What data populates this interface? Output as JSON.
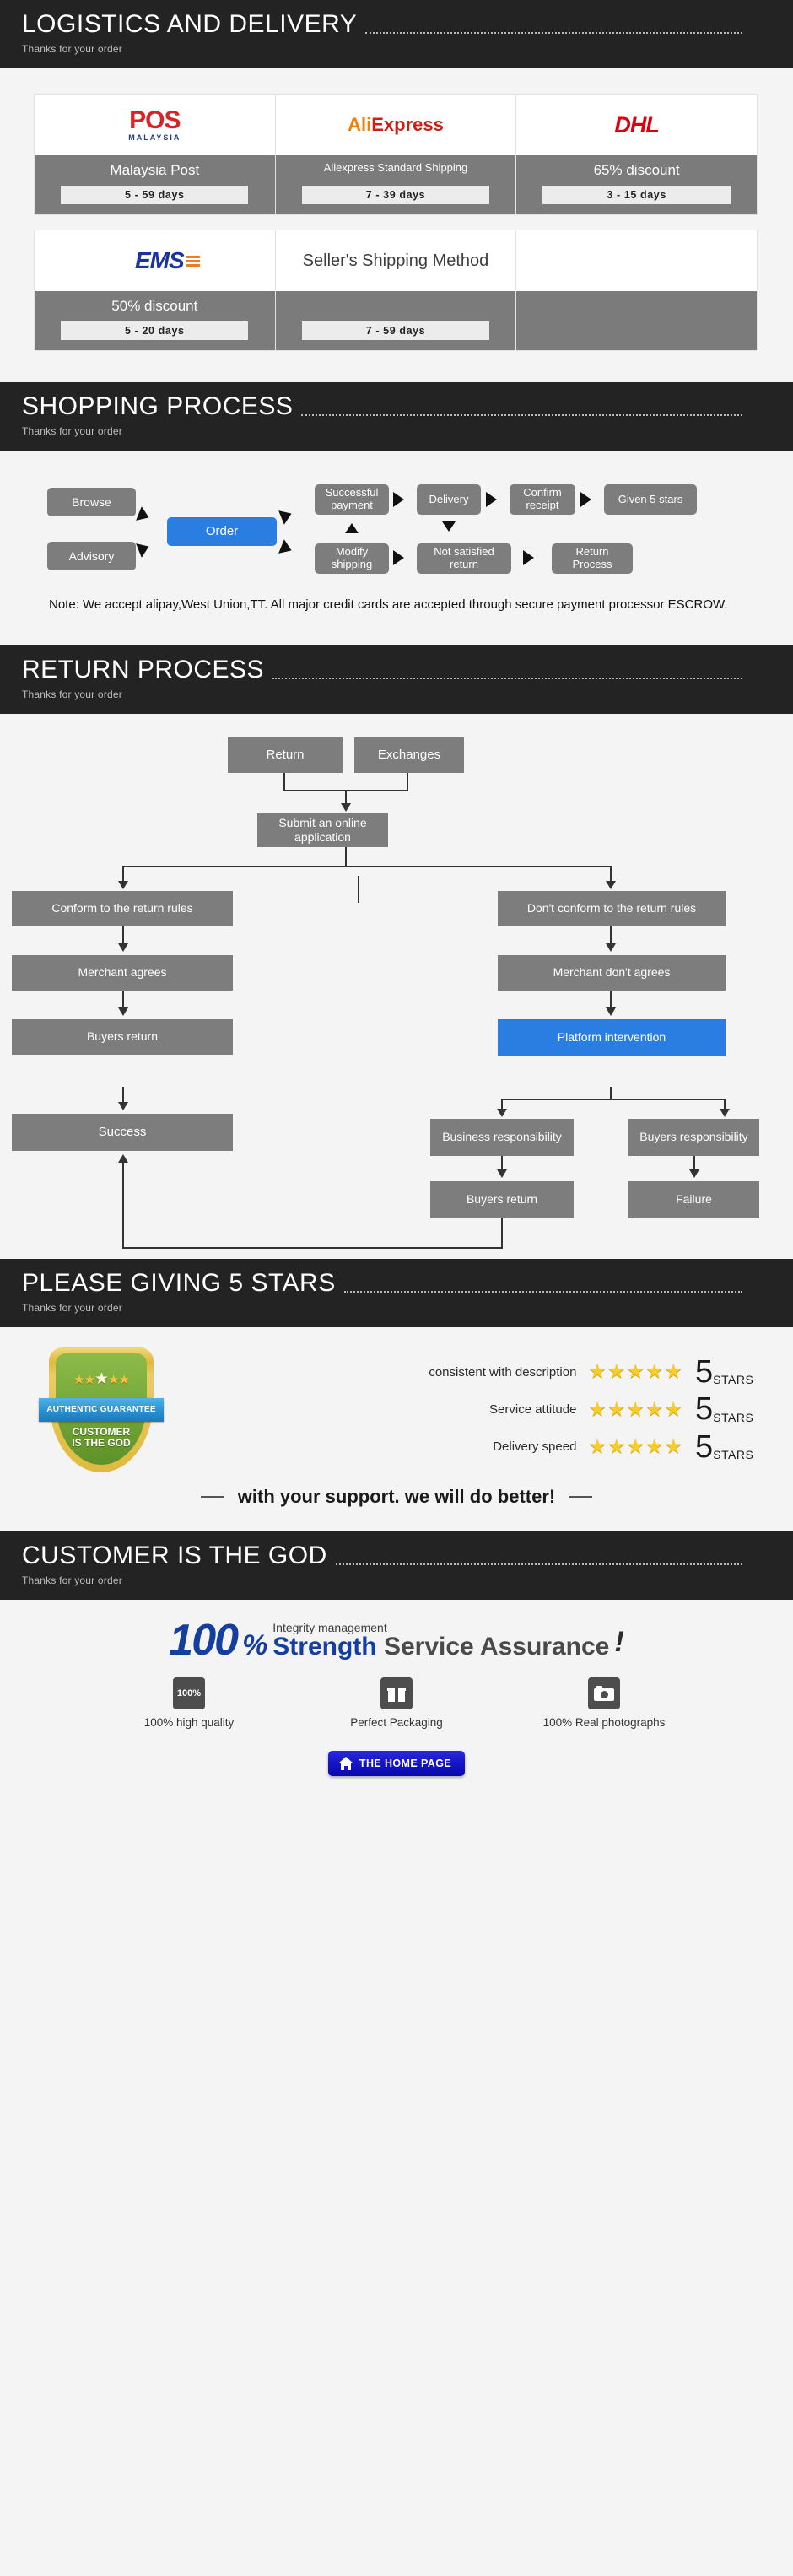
{
  "sections": {
    "logistics": {
      "title": "LOGISTICS AND DELIVERY",
      "subtitle": "Thanks for your order"
    },
    "shopping": {
      "title": "SHOPPING PROCESS",
      "subtitle": "Thanks for your order"
    },
    "returns": {
      "title": "RETURN PROCESS",
      "subtitle": "Thanks for your order"
    },
    "stars": {
      "title": "PLEASE GIVING 5 STARS",
      "subtitle": "Thanks for your order"
    },
    "customer": {
      "title": "CUSTOMER IS THE GOD",
      "subtitle": "Thanks for your order"
    }
  },
  "shipping": {
    "carriers": [
      {
        "logo": "pos-malaysia-logo",
        "logo_main": "POS",
        "logo_sub": "MALAYSIA",
        "name": "Malaysia Post",
        "days": "5 - 59  days"
      },
      {
        "logo": "aliexpress-logo",
        "logo_main": "AliExpress",
        "name": "Aliexpress Standard Shipping",
        "days": "7 - 39  days"
      },
      {
        "logo": "dhl-logo",
        "logo_main": "DHL",
        "name": "65% discount",
        "days": "3 - 15  days"
      },
      {
        "logo": "ems-logo",
        "logo_main": "EMS",
        "name": "50% discount",
        "days": "5 - 20  days"
      },
      {
        "logo": "sellers-method-text",
        "logo_main": "Seller's Shipping Method",
        "name": "",
        "days": "7 - 59  days"
      },
      {
        "logo": "",
        "logo_main": "",
        "name": "",
        "days": ""
      }
    ]
  },
  "shopping_flow": {
    "browse": "Browse",
    "advisory": "Advisory",
    "order": "Order",
    "successful_payment": "Successful payment",
    "modify_shipping": "Modify shipping",
    "delivery": "Delivery",
    "confirm_receipt": "Confirm receipt",
    "given_5_stars": "Given 5 stars",
    "not_satisfied_return": "Not satisfied return",
    "return_process": "Return Process",
    "note": "Note: We accept alipay,West Union,TT. All major credit cards are accepted through secure payment processor ESCROW."
  },
  "return_flow": {
    "return": "Return",
    "exchanges": "Exchanges",
    "submit": "Submit an online application",
    "conform": "Conform to the return rules",
    "not_conform": "Don't conform to the return rules",
    "merchant_agrees": "Merchant agrees",
    "merchant_not_agrees": "Merchant don't agrees",
    "buyers_return_left": "Buyers return",
    "platform": "Platform intervention",
    "success": "Success",
    "business_resp": "Business responsibility",
    "buyers_resp": "Buyers responsibility",
    "buyers_return_right": "Buyers return",
    "failure": "Failure"
  },
  "ratings": {
    "badge": {
      "ribbon": "AUTHENTIC GUARANTEE",
      "line1": "CUSTOMER",
      "line2": "IS THE GOD",
      "stars": "★★★★★"
    },
    "rows": [
      {
        "label": "consistent with description",
        "stars": "★★★★★",
        "score": "5",
        "unit": "STARS"
      },
      {
        "label": "Service attitude",
        "stars": "★★★★★",
        "score": "5",
        "unit": "STARS"
      },
      {
        "label": "Delivery speed",
        "stars": "★★★★★",
        "score": "5",
        "unit": "STARS"
      }
    ],
    "support_text": "with your support. we will do better!"
  },
  "assurance": {
    "percent": "100",
    "percent_sign": "%",
    "top_line": "Integrity management",
    "strength": "Strength",
    "service": "Service Assurance",
    "excl": "!",
    "promises": [
      {
        "icon": "percent-badge-icon",
        "icon_text": "100%",
        "label": "100% high quality"
      },
      {
        "icon": "gift-box-icon",
        "icon_text": "",
        "label": "Perfect Packaging"
      },
      {
        "icon": "camera-icon",
        "icon_text": "",
        "label": "100% Real photographs"
      }
    ],
    "home_button": "THE HOME PAGE"
  },
  "colors": {
    "banner_bg": "#232323",
    "box_gray": "#7d7d7d",
    "accent_blue": "#2a7de1",
    "page_bg": "#f4f4f4"
  }
}
